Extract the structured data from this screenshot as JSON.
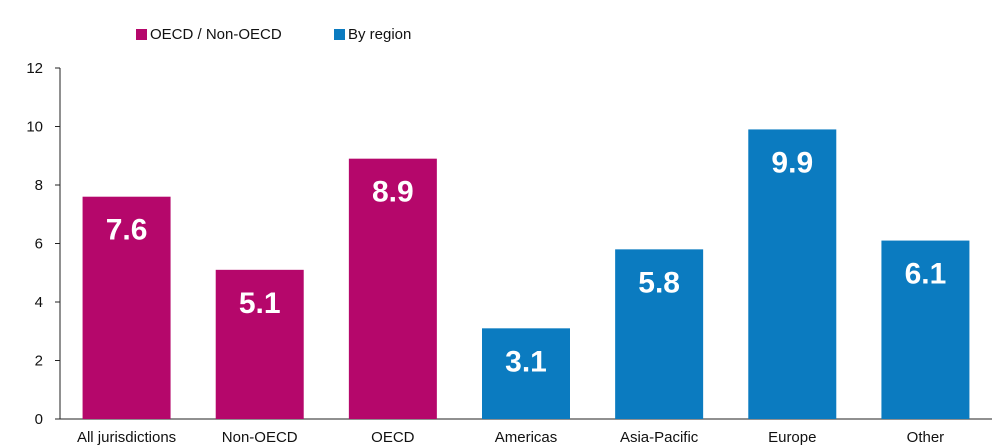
{
  "chart_data": {
    "type": "bar",
    "title": "",
    "xlabel": "",
    "ylabel": "",
    "ylim": [
      0,
      12
    ],
    "yticks": [
      0,
      2,
      4,
      6,
      8,
      10,
      12
    ],
    "grid": false,
    "legend_placement": "top-left",
    "categories": [
      "All jurisdictions",
      "Non-OECD",
      "OECD",
      "Americas",
      "Asia-Pacific",
      "Europe",
      "Other"
    ],
    "values": [
      7.6,
      5.1,
      8.9,
      3.1,
      5.8,
      9.9,
      6.1
    ],
    "data_labels": [
      "7.6",
      "5.1",
      "8.9",
      "3.1",
      "5.8",
      "9.9",
      "6.1"
    ],
    "groups": [
      0,
      0,
      0,
      1,
      1,
      1,
      1
    ],
    "series": [
      {
        "name": "OECD / Non-OECD",
        "color": "#B5076B"
      },
      {
        "name": "By region",
        "color": "#0B7BC0"
      }
    ]
  }
}
